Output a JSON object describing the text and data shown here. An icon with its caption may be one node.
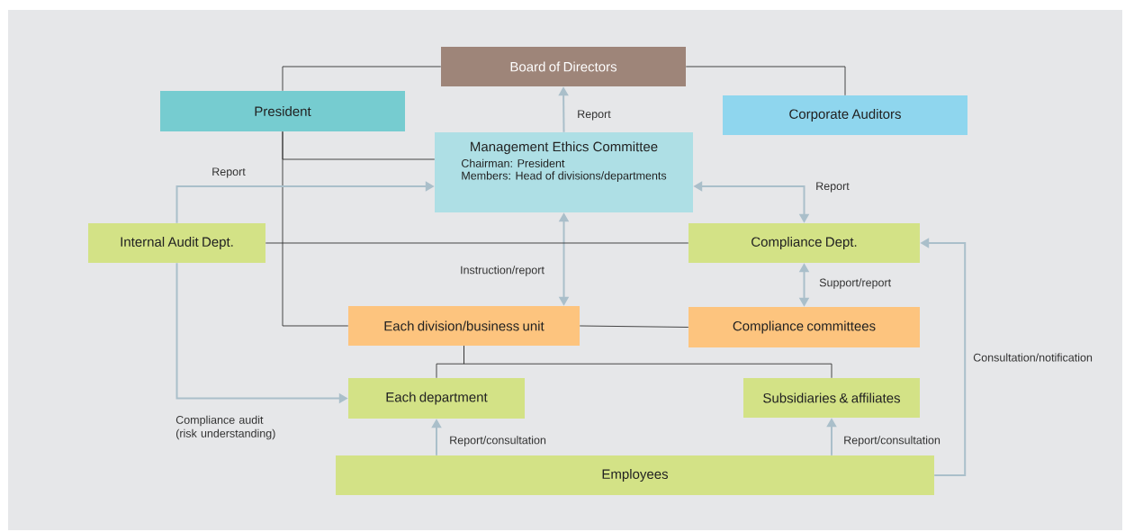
{
  "diagram": {
    "nodes": [
      {
        "text": [
          "Board of Directors"
        ]
      },
      {
        "text": [
          "President"
        ]
      },
      {
        "text": [
          "Corporate Auditors"
        ]
      },
      {
        "text": [
          "Management Ethics Committee",
          "Chairman: President",
          "Members: Head of divisions/departments"
        ]
      },
      {
        "text": [
          "Internal Audit Dept."
        ]
      },
      {
        "text": [
          "Compliance Dept."
        ]
      },
      {
        "text": [
          "Each division/business unit"
        ]
      },
      {
        "text": [
          "Compliance committees"
        ]
      },
      {
        "text": [
          "Each department"
        ]
      },
      {
        "text": [
          "Subsidiaries & affiliates"
        ]
      },
      {
        "text": [
          "Employees"
        ]
      }
    ],
    "edges": [
      {
        "from": 0,
        "to": 1,
        "arrow": "none",
        "color": "#333333"
      },
      {
        "from": 0,
        "to": 2,
        "arrow": "none",
        "color": "#333333"
      },
      {
        "from": 1,
        "to": 3,
        "arrow": "none",
        "color": "#333333"
      },
      {
        "from": 1,
        "to": 6,
        "arrow": "none",
        "color": "#333333"
      },
      {
        "from": 3,
        "to": 0,
        "arrow": "to",
        "label": "Report"
      },
      {
        "from": 4,
        "to": 3,
        "arrow": "to",
        "label": "Report"
      },
      {
        "from": 3,
        "to": 5,
        "arrow": "both",
        "label": "Report"
      },
      {
        "from": 3,
        "to": 6,
        "arrow": "both",
        "label": "Instruction/report"
      },
      {
        "from": 5,
        "to": 7,
        "arrow": "both",
        "label": "Support/report"
      },
      {
        "from": 4,
        "to": 5,
        "arrow": "none",
        "color": "#333333"
      },
      {
        "from": 6,
        "to": 7,
        "arrow": "none",
        "color": "#333333"
      },
      {
        "from": 6,
        "to": 8,
        "arrow": "none",
        "color": "#333333"
      },
      {
        "from": 6,
        "to": 9,
        "arrow": "none",
        "color": "#333333"
      },
      {
        "from": 4,
        "to": 8,
        "arrow": "to",
        "label": "Compliance audit (risk understanding)"
      },
      {
        "from": 10,
        "to": 8,
        "arrow": "to",
        "label": "Report/consultation"
      },
      {
        "from": 10,
        "to": 9,
        "arrow": "to",
        "label": "Report/consultation"
      },
      {
        "from": 10,
        "to": 5,
        "arrow": "to",
        "label": "Consultation/notification"
      }
    ]
  }
}
